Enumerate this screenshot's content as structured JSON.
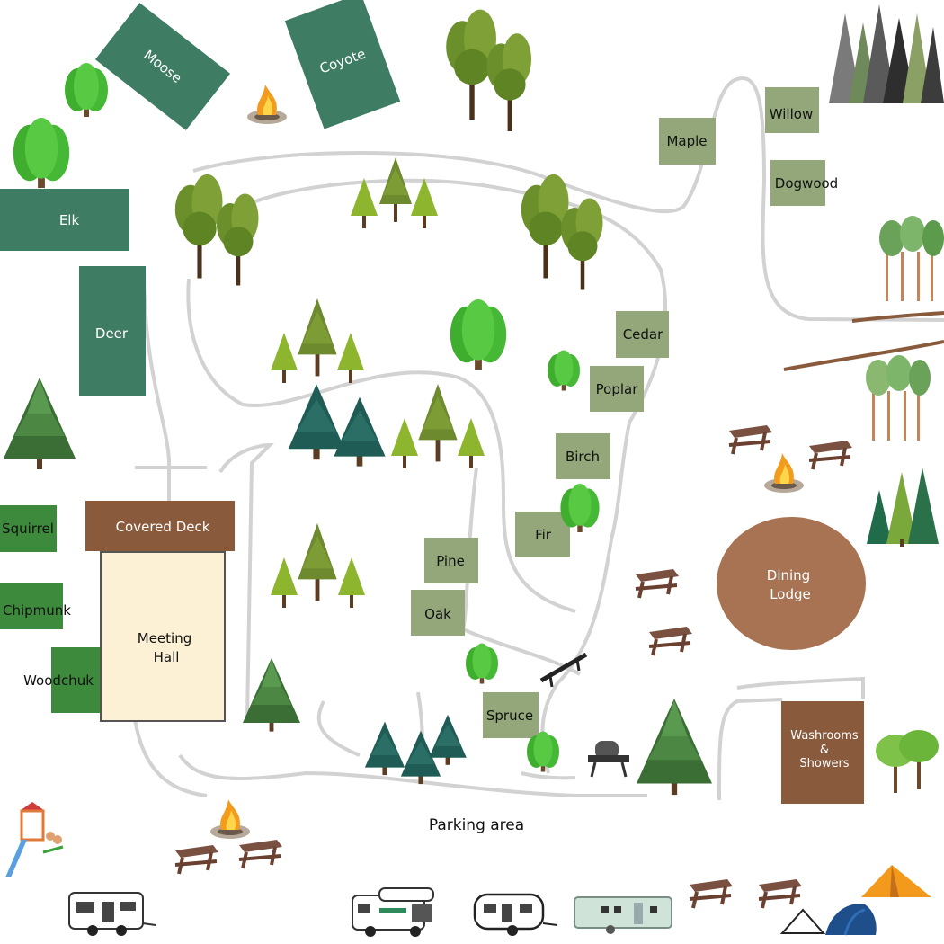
{
  "colors": {
    "cabin_green": "#3e7d63",
    "site_sage": "#93a77a",
    "bright_green": "#3d8a3c",
    "brown_building": "#8a5a3c",
    "lodge": "#a87352",
    "meeting_hall": "#fdf1d5",
    "path": "#d6d6d6"
  },
  "cabins": {
    "moose": "Moose",
    "coyote": "Coyote",
    "elk": "Elk",
    "deer": "Deer"
  },
  "sites": {
    "maple": "Maple",
    "willow": "Willow",
    "dogwood": "Dogwood",
    "cedar": "Cedar",
    "poplar": "Poplar",
    "birch": "Birch",
    "fir": "Fir",
    "pine": "Pine",
    "oak": "Oak",
    "spruce": "Spruce"
  },
  "small_cabins": {
    "squirrel": "Squirrel",
    "chipmunk": "Chipmunk",
    "woodchuk": "Woodchuk"
  },
  "buildings": {
    "covered_deck": "Covered Deck",
    "meeting_hall_line1": "Meeting",
    "meeting_hall_line2": "Hall",
    "dining_lodge_line1": "Dining",
    "dining_lodge_line2": "Lodge",
    "washrooms_line1": "Washrooms",
    "washrooms_line2": "&",
    "washrooms_line3": "Showers"
  },
  "areas": {
    "parking": "Parking area"
  },
  "icons": [
    "campfire-icon",
    "picnic-table-icon",
    "tree-icon",
    "rv-icon",
    "trailer-icon",
    "tent-icon",
    "playground-icon",
    "bbq-grill-icon"
  ]
}
